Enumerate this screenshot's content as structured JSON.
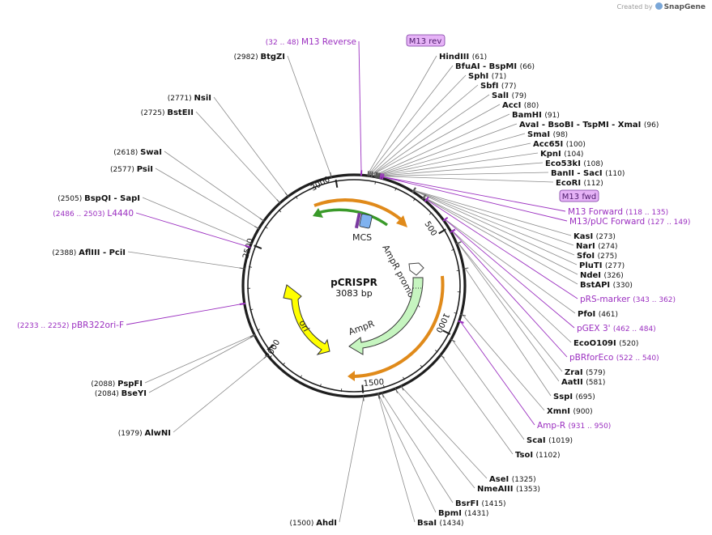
{
  "credit": {
    "prefix": "Created by",
    "brand": "SnapGene"
  },
  "plasmid": {
    "name": "pCRISPR",
    "length": "3083 bp",
    "length_bp": 3083
  },
  "colors": {
    "backbone": "#1e1e1e",
    "enzyme_line": "#8a8a8a",
    "primer": "#9b2fc0",
    "primer_box_fill": "#e6b3f7",
    "orange_feature": "#e08a1a",
    "green_feature": "#3a9a2a",
    "ampr_fill": "#c6f5c0",
    "ori_fill": "#ffff00",
    "mcs_blue": "#7fb2ef",
    "mcs_purple": "#7a3aa0"
  },
  "ruler": [
    {
      "label": "3000"
    },
    {
      "label": "500"
    },
    {
      "label": "1000"
    },
    {
      "label": "1500"
    },
    {
      "label": "2000"
    },
    {
      "label": "2500"
    }
  ],
  "features": [
    {
      "label": "AmpR promoter",
      "kind": "promoter"
    },
    {
      "label": "AmpR",
      "kind": "cds"
    },
    {
      "label": "ori",
      "kind": "origin"
    },
    {
      "label": "MCS",
      "kind": "mcs"
    }
  ],
  "enzymes": [
    {
      "name": "HindIII",
      "pos": "(61)"
    },
    {
      "name": "BfuAI - BspMI",
      "pos": "(66)"
    },
    {
      "name": "SphI",
      "pos": "(71)"
    },
    {
      "name": "SbfI",
      "pos": "(77)"
    },
    {
      "name": "SalI",
      "pos": "(79)"
    },
    {
      "name": "AccI",
      "pos": "(80)"
    },
    {
      "name": "BamHI",
      "pos": "(91)"
    },
    {
      "name": "AvaI - BsoBI - TspMI - XmaI",
      "pos": "(96)"
    },
    {
      "name": "SmaI",
      "pos": "(98)"
    },
    {
      "name": "Acc65I",
      "pos": "(100)"
    },
    {
      "name": "KpnI",
      "pos": "(104)"
    },
    {
      "name": "Eco53kI",
      "pos": "(108)"
    },
    {
      "name": "BanII - SacI",
      "pos": "(110)"
    },
    {
      "name": "EcoRI",
      "pos": "(112)"
    },
    {
      "name": "KasI",
      "pos": "(273)"
    },
    {
      "name": "NarI",
      "pos": "(274)"
    },
    {
      "name": "SfoI",
      "pos": "(275)"
    },
    {
      "name": "PluTI",
      "pos": "(277)"
    },
    {
      "name": "NdeI",
      "pos": "(326)"
    },
    {
      "name": "BstAPI",
      "pos": "(330)"
    },
    {
      "name": "PfoI",
      "pos": "(461)"
    },
    {
      "name": "EcoO109I",
      "pos": "(520)"
    },
    {
      "name": "ZraI",
      "pos": "(579)"
    },
    {
      "name": "AatII",
      "pos": "(581)"
    },
    {
      "name": "SspI",
      "pos": "(695)"
    },
    {
      "name": "XmnI",
      "pos": "(900)"
    },
    {
      "name": "ScaI",
      "pos": "(1019)"
    },
    {
      "name": "TsoI",
      "pos": "(1102)"
    },
    {
      "name": "AseI",
      "pos": "(1325)"
    },
    {
      "name": "NmeAIII",
      "pos": "(1353)"
    },
    {
      "name": "BsrFI",
      "pos": "(1415)"
    },
    {
      "name": "BpmI",
      "pos": "(1431)"
    },
    {
      "name": "BsaI",
      "pos": "(1434)"
    },
    {
      "name": "AhdI",
      "pos": "(1500)"
    },
    {
      "name": "BtgZI",
      "pos": "(2982)"
    },
    {
      "name": "NsiI",
      "pos": "(2771)"
    },
    {
      "name": "BstEII",
      "pos": "(2725)"
    },
    {
      "name": "SwaI",
      "pos": "(2618)"
    },
    {
      "name": "PsiI",
      "pos": "(2577)"
    },
    {
      "name": "BspQI - SapI",
      "pos": "(2505)"
    },
    {
      "name": "AflIII - PciI",
      "pos": "(2388)"
    },
    {
      "name": "PspFI",
      "pos": "(2088)"
    },
    {
      "name": "BseYI",
      "pos": "(2084)"
    },
    {
      "name": "AlwNI",
      "pos": "(1979)"
    }
  ],
  "primers": [
    {
      "name": "M13 Reverse",
      "pos": "(32 .. 48)"
    },
    {
      "name": "M13 Forward",
      "pos": "(118 .. 135)"
    },
    {
      "name": "M13/pUC Forward",
      "pos": "(127 .. 149)"
    },
    {
      "name": "pRS-marker",
      "pos": "(343 .. 362)"
    },
    {
      "name": "pGEX 3'",
      "pos": "(462 .. 484)"
    },
    {
      "name": "pBRforEco",
      "pos": "(522 .. 540)"
    },
    {
      "name": "Amp-R",
      "pos": "(931 .. 950)"
    },
    {
      "name": "L4440",
      "pos": "(2486 .. 2503)"
    },
    {
      "name": "pBR322ori-F",
      "pos": "(2233 .. 2252)"
    }
  ],
  "boxed_primers": [
    {
      "name": "M13 rev"
    },
    {
      "name": "M13 fwd"
    }
  ]
}
